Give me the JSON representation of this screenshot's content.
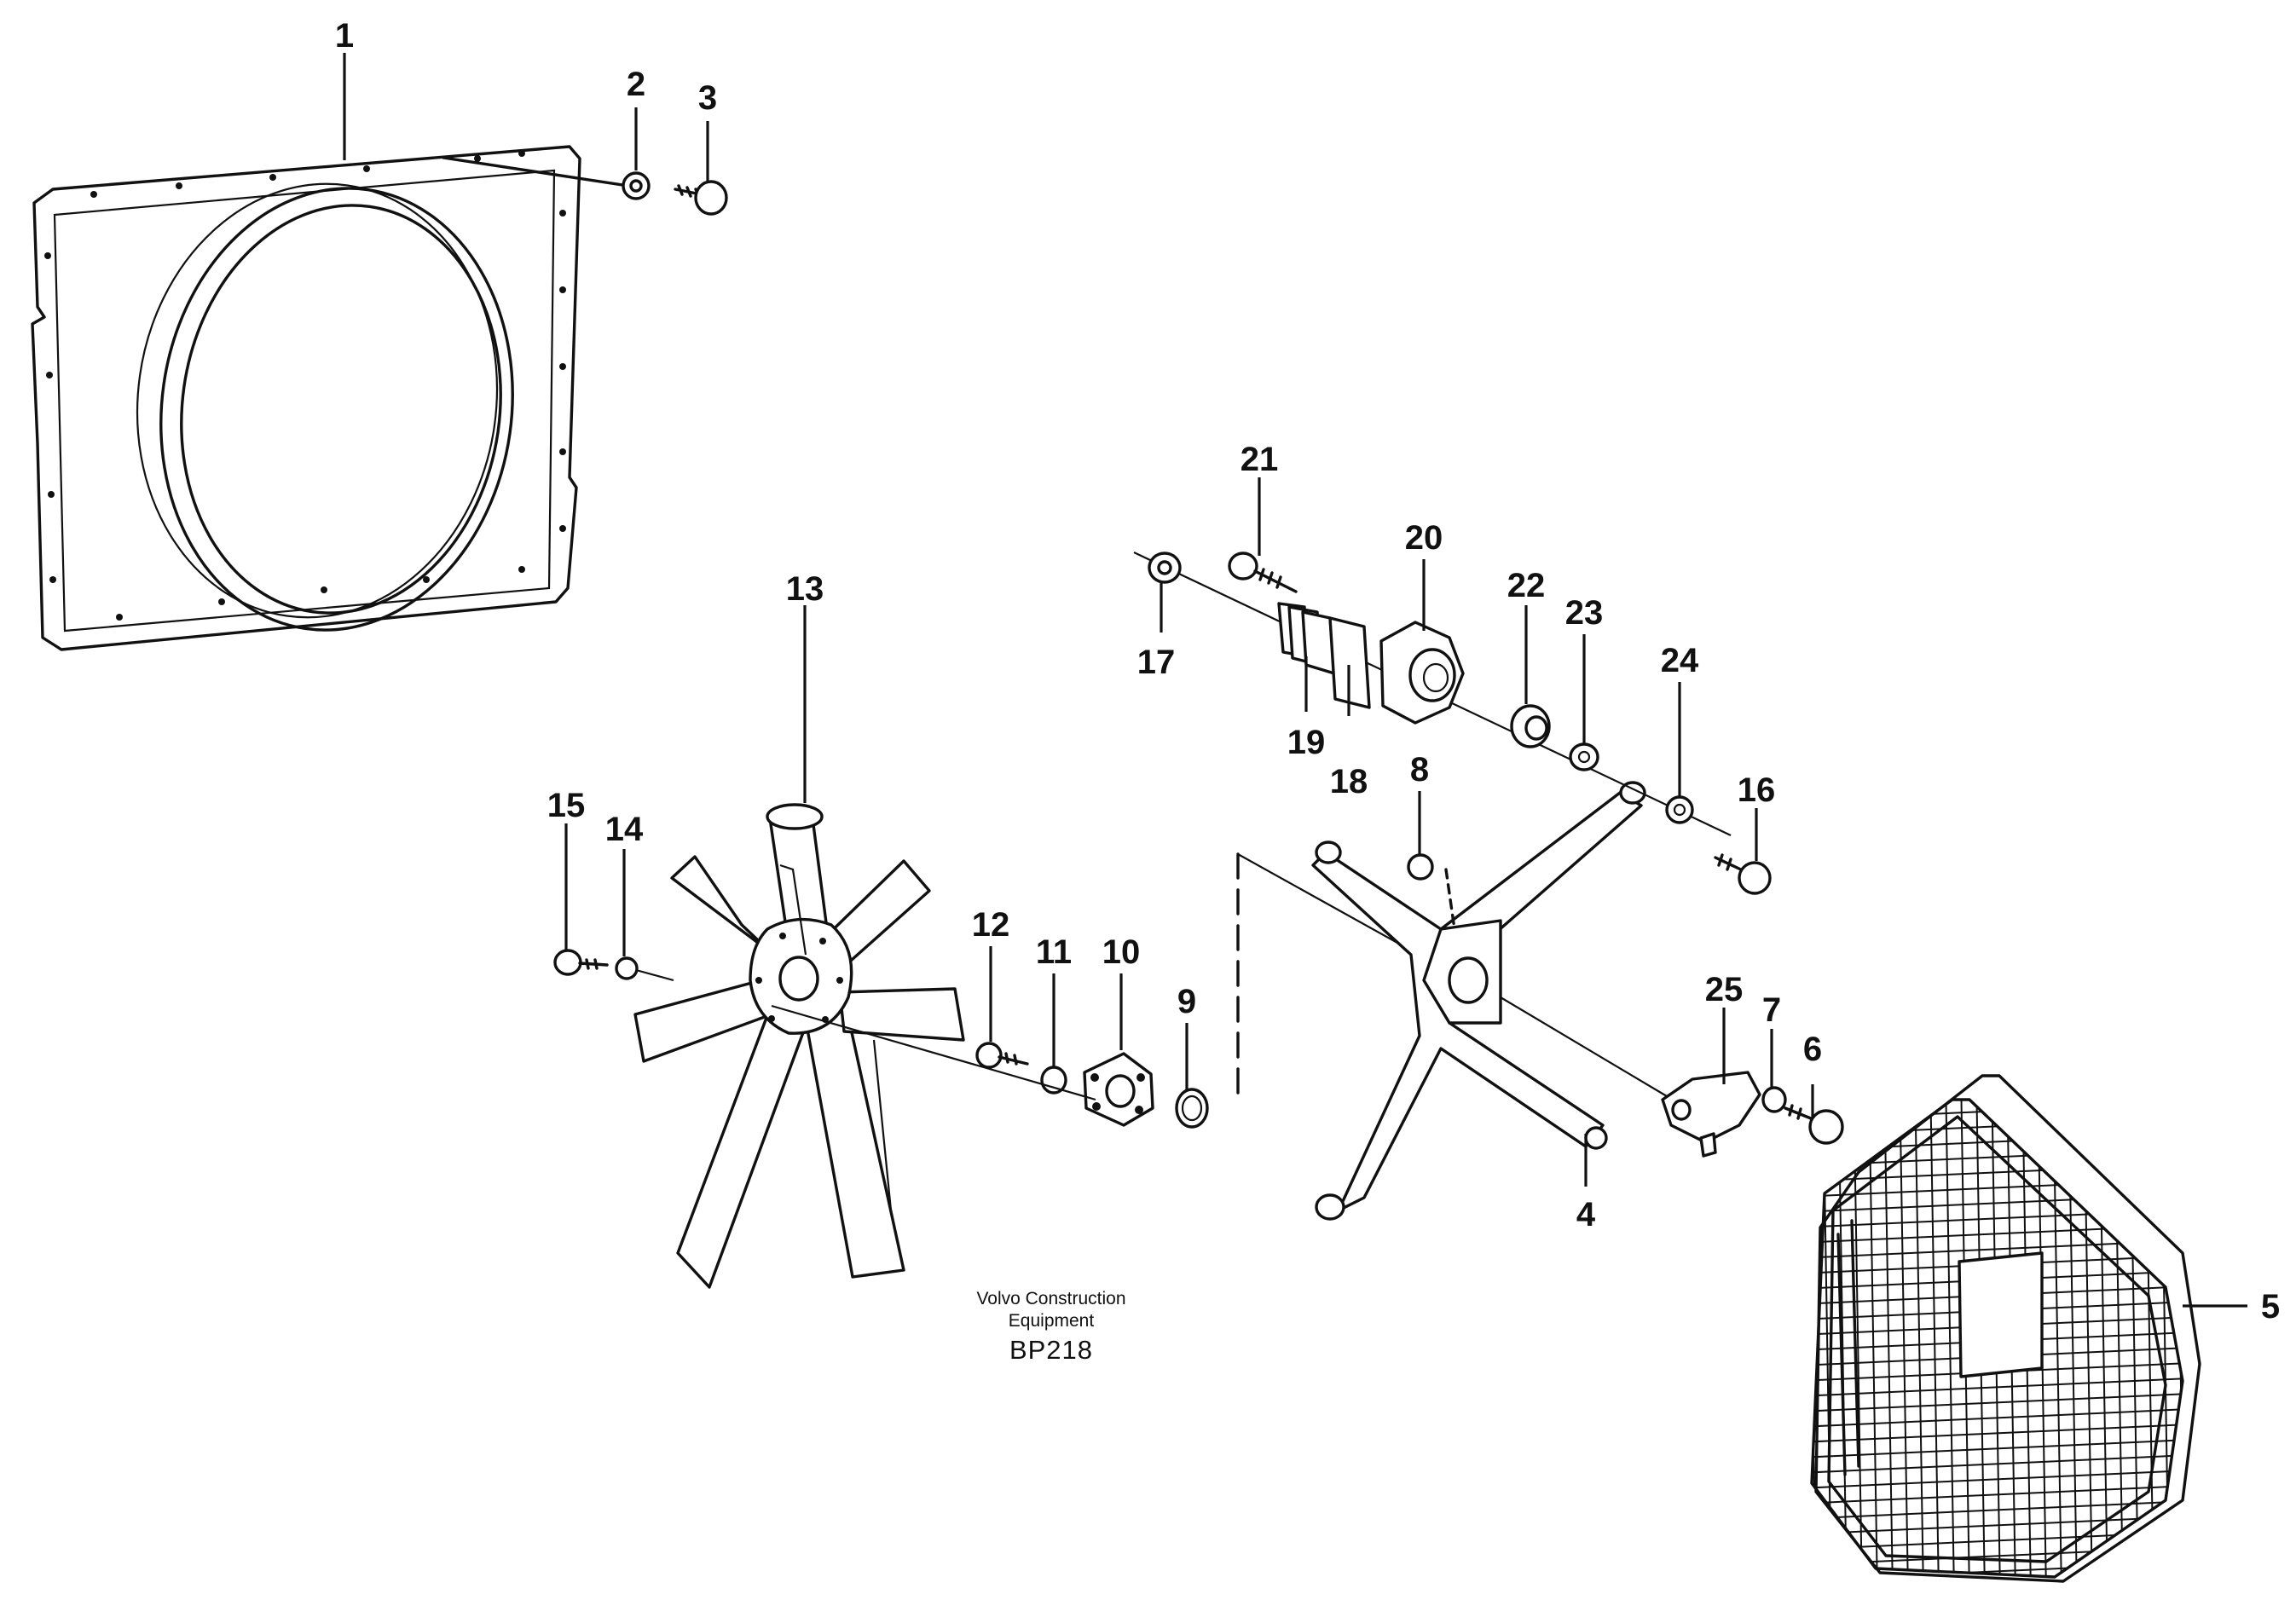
{
  "figure": {
    "publisher_line1": "Volvo Construction",
    "publisher_line2": "Equipment",
    "code": "BP218"
  },
  "callouts": [
    {
      "id": "1",
      "label": "1"
    },
    {
      "id": "2",
      "label": "2"
    },
    {
      "id": "3",
      "label": "3"
    },
    {
      "id": "4",
      "label": "4"
    },
    {
      "id": "5",
      "label": "5"
    },
    {
      "id": "6",
      "label": "6"
    },
    {
      "id": "7",
      "label": "7"
    },
    {
      "id": "8",
      "label": "8"
    },
    {
      "id": "9",
      "label": "9"
    },
    {
      "id": "10",
      "label": "10"
    },
    {
      "id": "11",
      "label": "11"
    },
    {
      "id": "12",
      "label": "12"
    },
    {
      "id": "13",
      "label": "13"
    },
    {
      "id": "14",
      "label": "14"
    },
    {
      "id": "15",
      "label": "15"
    },
    {
      "id": "16",
      "label": "16"
    },
    {
      "id": "17",
      "label": "17"
    },
    {
      "id": "18",
      "label": "18"
    },
    {
      "id": "19",
      "label": "19"
    },
    {
      "id": "20",
      "label": "20"
    },
    {
      "id": "21",
      "label": "21"
    },
    {
      "id": "22",
      "label": "22"
    },
    {
      "id": "23",
      "label": "23"
    },
    {
      "id": "24",
      "label": "24"
    },
    {
      "id": "25",
      "label": "25"
    }
  ],
  "colors": {
    "ink": "#111111",
    "paper": "#ffffff"
  }
}
